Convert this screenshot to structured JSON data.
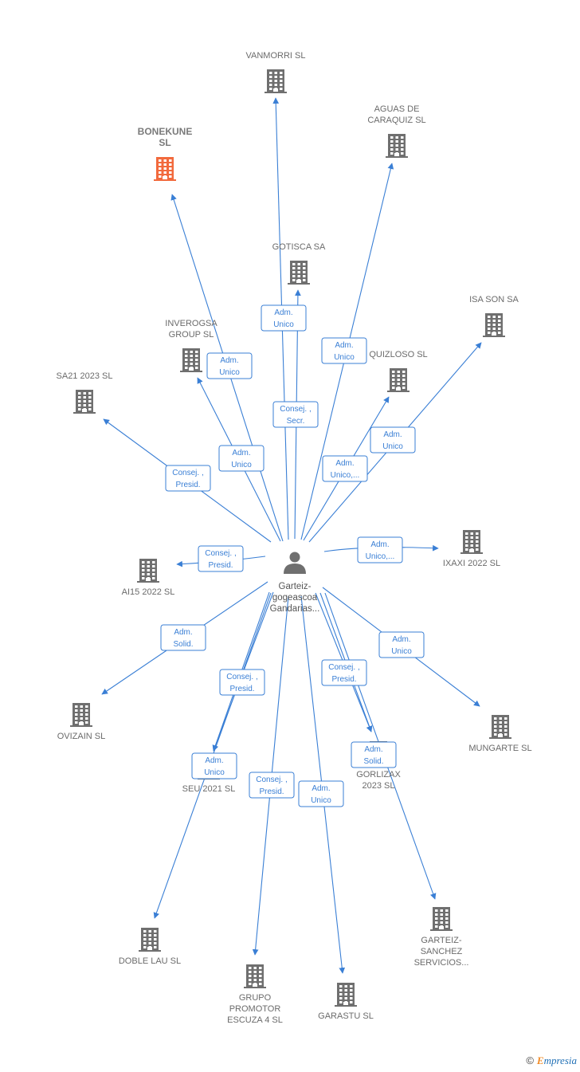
{
  "center": {
    "lines": [
      "Garteiz-",
      "gogeascoa",
      "Gandarias..."
    ]
  },
  "nodes": [
    {
      "id": "vanmorri",
      "lines": [
        "VANMORRI  SL"
      ],
      "highlight": false
    },
    {
      "id": "aguas",
      "lines": [
        "AGUAS DE",
        "CARAQUIZ SL"
      ],
      "highlight": false
    },
    {
      "id": "bonekune",
      "lines": [
        "BONEKUNE",
        "SL"
      ],
      "highlight": true
    },
    {
      "id": "gotisca",
      "lines": [
        "GOTISCA SA"
      ],
      "highlight": false
    },
    {
      "id": "isason",
      "lines": [
        "ISA SON SA"
      ],
      "highlight": false
    },
    {
      "id": "inverogsa",
      "lines": [
        "INVEROGSA",
        "GROUP  SL"
      ],
      "highlight": false
    },
    {
      "id": "quizloso",
      "lines": [
        "QUIZLOSO  SL"
      ],
      "highlight": false
    },
    {
      "id": "sa21",
      "lines": [
        "SA21 2023  SL"
      ],
      "highlight": false
    },
    {
      "id": "ixaxi",
      "lines": [
        "IXAXI 2022  SL"
      ],
      "highlight": false
    },
    {
      "id": "ai15",
      "lines": [
        "AI15 2022  SL"
      ],
      "highlight": false
    },
    {
      "id": "ovizain",
      "lines": [
        "OVIZAIN  SL"
      ],
      "highlight": false
    },
    {
      "id": "mungarte",
      "lines": [
        "MUNGARTE SL"
      ],
      "highlight": false
    },
    {
      "id": "seu",
      "lines": [
        "SEU 2021  SL"
      ],
      "highlight": false
    },
    {
      "id": "gorlizax",
      "lines": [
        "GORLIZAX",
        "2023  SL"
      ],
      "highlight": false
    },
    {
      "id": "doblelau",
      "lines": [
        "DOBLE LAU SL"
      ],
      "highlight": false
    },
    {
      "id": "garteizsanchez",
      "lines": [
        "GARTEIZ-",
        "SANCHEZ",
        "SERVICIOS..."
      ],
      "highlight": false
    },
    {
      "id": "grupo",
      "lines": [
        "GRUPO",
        "PROMOTOR",
        "ESCUZA 4  SL"
      ],
      "highlight": false
    },
    {
      "id": "garastu",
      "lines": [
        "GARASTU SL"
      ],
      "highlight": false
    }
  ],
  "edges": [
    {
      "to": "vanmorri",
      "lines": [
        "Adm.",
        "Unico"
      ]
    },
    {
      "to": "aguas",
      "lines": [
        "Adm.",
        "Unico"
      ]
    },
    {
      "to": "bonekune",
      "lines": [
        "Adm.",
        "Unico"
      ]
    },
    {
      "to": "gotisca",
      "lines": [
        "Consej. ,",
        "Secr."
      ]
    },
    {
      "to": "isason",
      "lines": [
        "Adm.",
        "Unico"
      ]
    },
    {
      "to": "inverogsa",
      "lines": [
        "Adm.",
        "Unico"
      ]
    },
    {
      "to": "quizloso",
      "lines": [
        "Adm.",
        "Unico,..."
      ]
    },
    {
      "to": "sa21",
      "lines": [
        "Consej. ,",
        "Presid."
      ]
    },
    {
      "to": "ixaxi",
      "lines": [
        "Adm.",
        "Unico,..."
      ]
    },
    {
      "to": "ai15",
      "lines": [
        "Consej. ,",
        "Presid."
      ]
    },
    {
      "to": "ovizain",
      "lines": [
        "Adm.",
        "Solid."
      ]
    },
    {
      "to": "mungarte",
      "lines": [
        "Adm.",
        "Unico"
      ]
    },
    {
      "to": "seu",
      "lines": [
        "Consej. ,",
        "Presid."
      ]
    },
    {
      "to": "seu",
      "lines": [
        "Adm.",
        "Unico"
      ]
    },
    {
      "to": "gorlizax",
      "lines": [
        "Consej. ,",
        "Presid."
      ]
    },
    {
      "to": "gorlizax",
      "lines": [
        "Adm.",
        "Solid."
      ]
    },
    {
      "to": "doblelau",
      "lines": []
    },
    {
      "to": "garteizsanchez",
      "lines": []
    },
    {
      "to": "grupo",
      "lines": [
        "Consej. ,",
        "Presid."
      ]
    },
    {
      "to": "garastu",
      "lines": [
        "Adm.",
        "Unico"
      ]
    }
  ],
  "colors": {
    "edge": "#3a7fd5",
    "building": "#6f6f6f",
    "highlight": "#f26a3d",
    "person": "#6f6f6f"
  },
  "footer": {
    "copyright": "©",
    "brand_initial": "E",
    "brand_rest": "mpresia"
  }
}
